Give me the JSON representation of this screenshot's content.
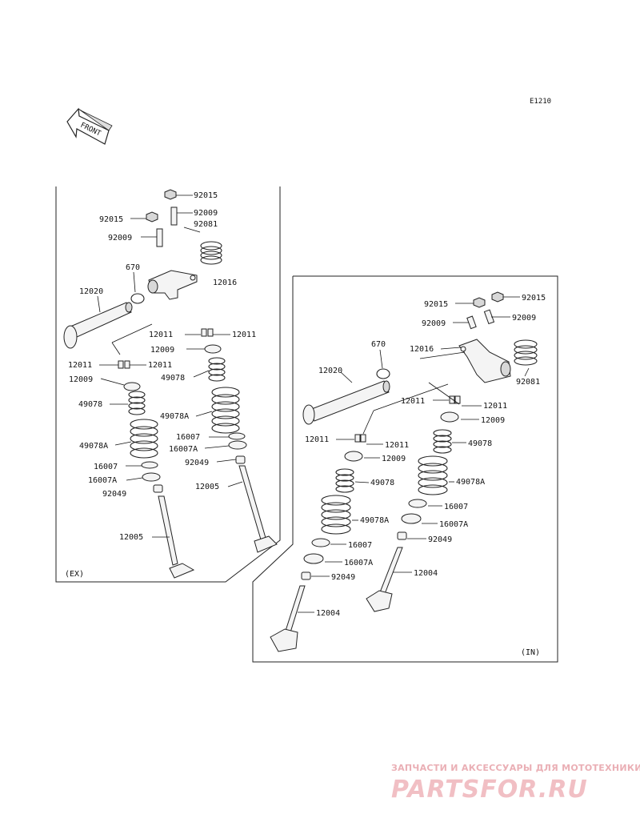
{
  "diagram_code": "E1210",
  "front_label": "FRONT",
  "sections": {
    "ex": "(EX)",
    "in": "(IN)"
  },
  "watermark": {
    "subtitle": "ЗАПЧАСТИ И АКСЕССУАРЫ ДЛЯ МОТОТЕХНИКИ",
    "brand": "PARTSFOR.RU"
  },
  "callouts": {
    "ex": [
      "92015",
      "92015",
      "92009",
      "92009",
      "92081",
      "670",
      "12016",
      "12020",
      "12011",
      "12011",
      "12009",
      "12011",
      "12011",
      "12009",
      "49078",
      "49078",
      "49078A",
      "49078A",
      "16007",
      "16007A",
      "92049",
      "16007",
      "16007A",
      "92049",
      "12005",
      "12005"
    ],
    "in": [
      "92015",
      "92015",
      "92009",
      "92009",
      "670",
      "12016",
      "12020",
      "92081",
      "12011",
      "12011",
      "12009",
      "12011",
      "12011",
      "49078",
      "12009",
      "49078A",
      "49078",
      "16007",
      "49078A",
      "16007A",
      "16007",
      "92049",
      "16007A",
      "12004",
      "92049",
      "12004"
    ]
  }
}
